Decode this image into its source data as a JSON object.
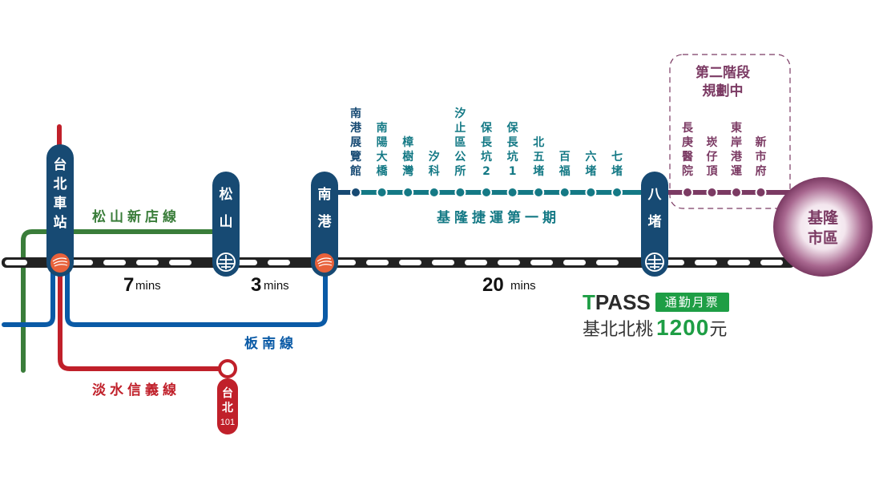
{
  "colors": {
    "station_navy": "#174a73",
    "songshan_xindian_green": "#3a7d3a",
    "bannan_blue": "#0a5aa6",
    "tamsui_xinyi_red": "#c0202a",
    "keelung_lrt_teal": "#147985",
    "phase2_purple": "#7b3a63",
    "tra_track_black": "#222222",
    "hsr_orange": "#e8613a",
    "tpass_green": "#1e9e45"
  },
  "stations": {
    "taipei_main": {
      "label": [
        "台",
        "北",
        "車",
        "站"
      ],
      "icon": "hsr-logo-icon"
    },
    "songshan": {
      "label": [
        "松",
        "山"
      ],
      "icon": "tra-logo-icon"
    },
    "nangang": {
      "label": [
        "南",
        "港"
      ],
      "icon": "hsr-logo-icon"
    },
    "badu": {
      "label": [
        "八",
        "堵"
      ],
      "icon": "tra-logo-icon"
    },
    "taipei101": {
      "label": [
        "台",
        "北"
      ],
      "sublabel": "101"
    },
    "keelung_city": {
      "label": [
        "基隆",
        "市區"
      ]
    }
  },
  "lines": {
    "songshan_xindian": "松山新店線",
    "bannan": "板南線",
    "tamsui_xinyi": "淡水信義線",
    "keelung_lrt_phase1": "基隆捷運第一期"
  },
  "travel_times": [
    {
      "num": "7",
      "unit": "mins",
      "segment": "台北車站-松山"
    },
    {
      "num": "3",
      "unit": "mins",
      "segment": "松山-南港"
    },
    {
      "num": "20",
      "unit": "mins",
      "segment": "南港-八堵"
    }
  ],
  "phase1_stops": [
    [
      "南",
      "港",
      "展",
      "覽",
      "館"
    ],
    [
      "南",
      "陽",
      "大",
      "橋"
    ],
    [
      "樟",
      "樹",
      "灣"
    ],
    [
      "汐",
      "科"
    ],
    [
      "汐",
      "止",
      "區",
      "公",
      "所"
    ],
    [
      "保",
      "長",
      "坑",
      "2"
    ],
    [
      "保",
      "長",
      "坑",
      "1"
    ],
    [
      "北",
      "五",
      "堵"
    ],
    [
      "百",
      "福"
    ],
    [
      "六",
      "堵"
    ],
    [
      "七",
      "堵"
    ]
  ],
  "phase2": {
    "title_line1": "第二階段",
    "title_line2": "規劃中",
    "stops": [
      [
        "長",
        "庚",
        "醫",
        "院"
      ],
      [
        "崁",
        "仔",
        "頂"
      ],
      [
        "東",
        "岸",
        "港",
        "運"
      ],
      [
        "新",
        "市",
        "府"
      ]
    ]
  },
  "tpass": {
    "logo_first": "T",
    "logo_rest": "PASS",
    "badge": "通勤月票",
    "region": "基北北桃",
    "amount": "1200",
    "unit": "元"
  }
}
